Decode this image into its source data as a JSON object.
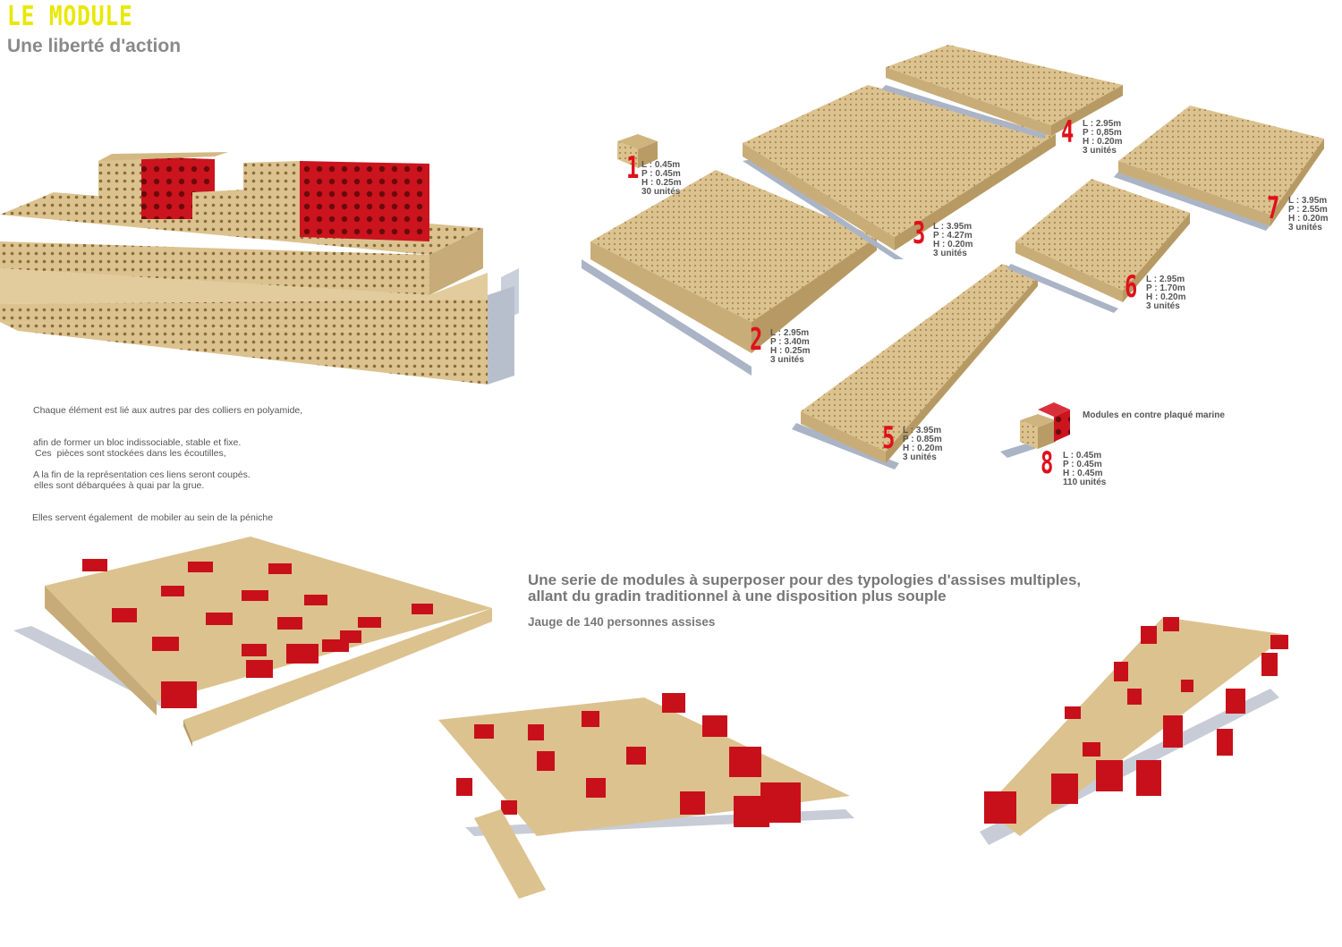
{
  "header": {
    "title": "LE MODULE",
    "subtitle": "Une liberté d'action"
  },
  "description": {
    "paragraph1": [
      "Chaque élément est lié aux autres par des colliers en polyamide,",
      "afin de former un bloc indissociable, stable et fixe.",
      "A la fin de la représentation ces liens seront coupés."
    ],
    "paragraph2": [
      "Ces  pièces sont stockées dans les écoutilles,",
      "elles sont débarquées à quai par la grue.",
      "Elles servent également  de mobiler au sein de la péniche"
    ]
  },
  "modules": [
    {
      "number": "1",
      "lines": [
        "L : 0.45m",
        "P : 0.45m",
        "H : 0.25m",
        "30 unités"
      ]
    },
    {
      "number": "2",
      "lines": [
        "L : 2.95m",
        "P : 3.40m",
        "H : 0.25m",
        "3 unités"
      ]
    },
    {
      "number": "3",
      "lines": [
        "L : 3.95m",
        "P : 4.27m",
        "H : 0.20m",
        "3 unités"
      ]
    },
    {
      "number": "4",
      "lines": [
        "L : 2.95m",
        "P : 0,85m",
        "H : 0.20m",
        "3 unités"
      ]
    },
    {
      "number": "5",
      "lines": [
        "L : 3.95m",
        "P : 0.85m",
        "H : 0.20m",
        "3 unités"
      ]
    },
    {
      "number": "6",
      "lines": [
        "L : 2.95m",
        "P : 1.70m",
        "H : 0.20m",
        "3 unités"
      ]
    },
    {
      "number": "7",
      "lines": [
        "L : 3.95m",
        "P : 2.55m",
        "H : 0.20m",
        "3 unités"
      ]
    },
    {
      "number": "8",
      "lines": [
        "L : 0.45m",
        "P : 0.45m",
        "H : 0.45m",
        "110 unités"
      ]
    }
  ],
  "marine_label": "Modules en contre plaqué marine",
  "headline": [
    "Une serie de modules à superposer pour des typologies d'assises multiples,",
    "allant du gradin traditionnel à une disposition plus souple"
  ],
  "jauge": "Jauge de 140 personnes assises",
  "colors": {
    "title": "#e8e800",
    "number": "#e0101a",
    "wood": "#dcc28f",
    "red": "#c8101a"
  }
}
